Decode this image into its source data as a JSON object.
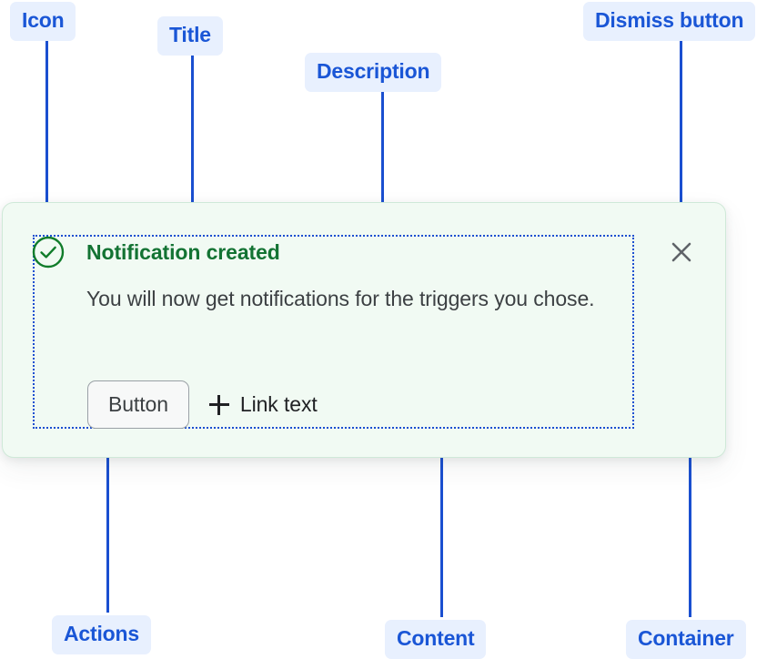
{
  "annotations": {
    "icon": "Icon",
    "title": "Title",
    "description": "Description",
    "dismiss": "Dismiss button",
    "actions": "Actions",
    "content": "Content",
    "container": "Container"
  },
  "notification": {
    "title": "Notification created",
    "description": "You will now get notifications for the triggers you chose.",
    "status_icon": "check-circle-icon",
    "dismiss_icon": "close-icon",
    "actions": {
      "button_label": "Button",
      "link_icon": "plus-icon",
      "link_label": "Link text"
    }
  },
  "colors": {
    "annotation_pill_bg": "#e8f0fe",
    "annotation_text": "#1a56d6",
    "leader_line": "#1a4fd0",
    "card_bg": "#f1faf3",
    "card_border": "#cfe9d8",
    "success_green": "#137333",
    "body_text": "#3c4043",
    "dismiss_gray": "#5f6368",
    "button_border": "#9aa0a6"
  }
}
